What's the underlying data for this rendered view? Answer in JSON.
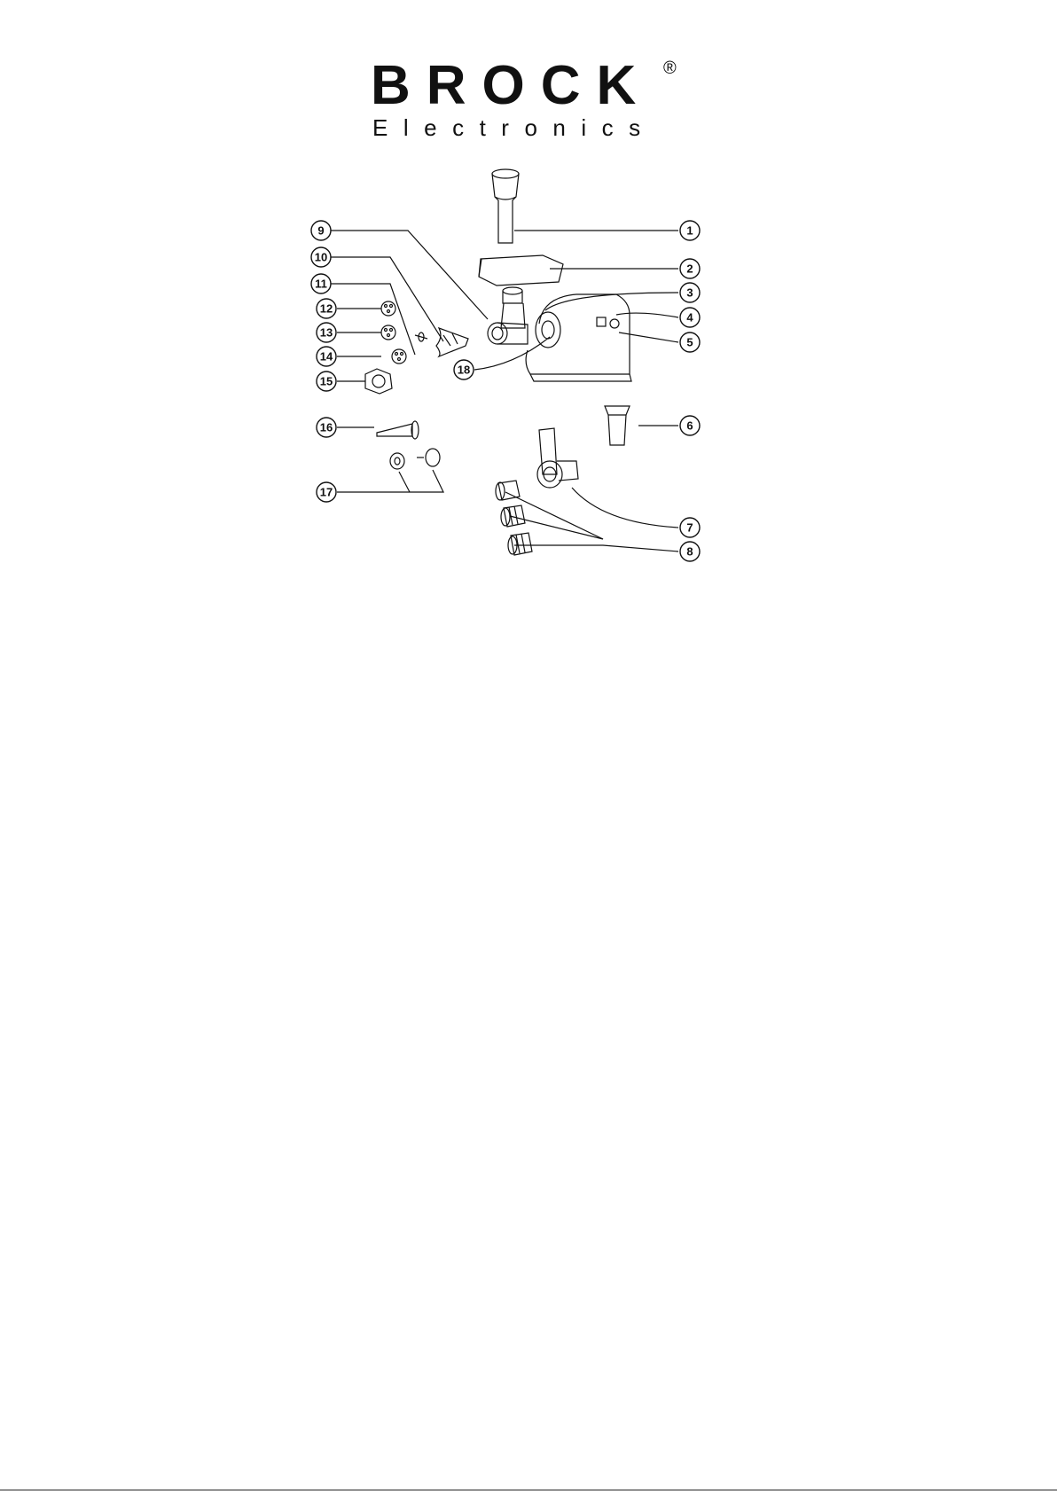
{
  "logo": {
    "brand": "BROCK",
    "registered": "®",
    "subtitle": "Electronics"
  },
  "callouts": [
    "1",
    "2",
    "3",
    "4",
    "5",
    "6",
    "7",
    "8",
    "9",
    "10",
    "11",
    "12",
    "13",
    "14",
    "15",
    "16",
    "17",
    "18"
  ],
  "colors": {
    "ink": "#111111",
    "background": "#ffffff"
  }
}
